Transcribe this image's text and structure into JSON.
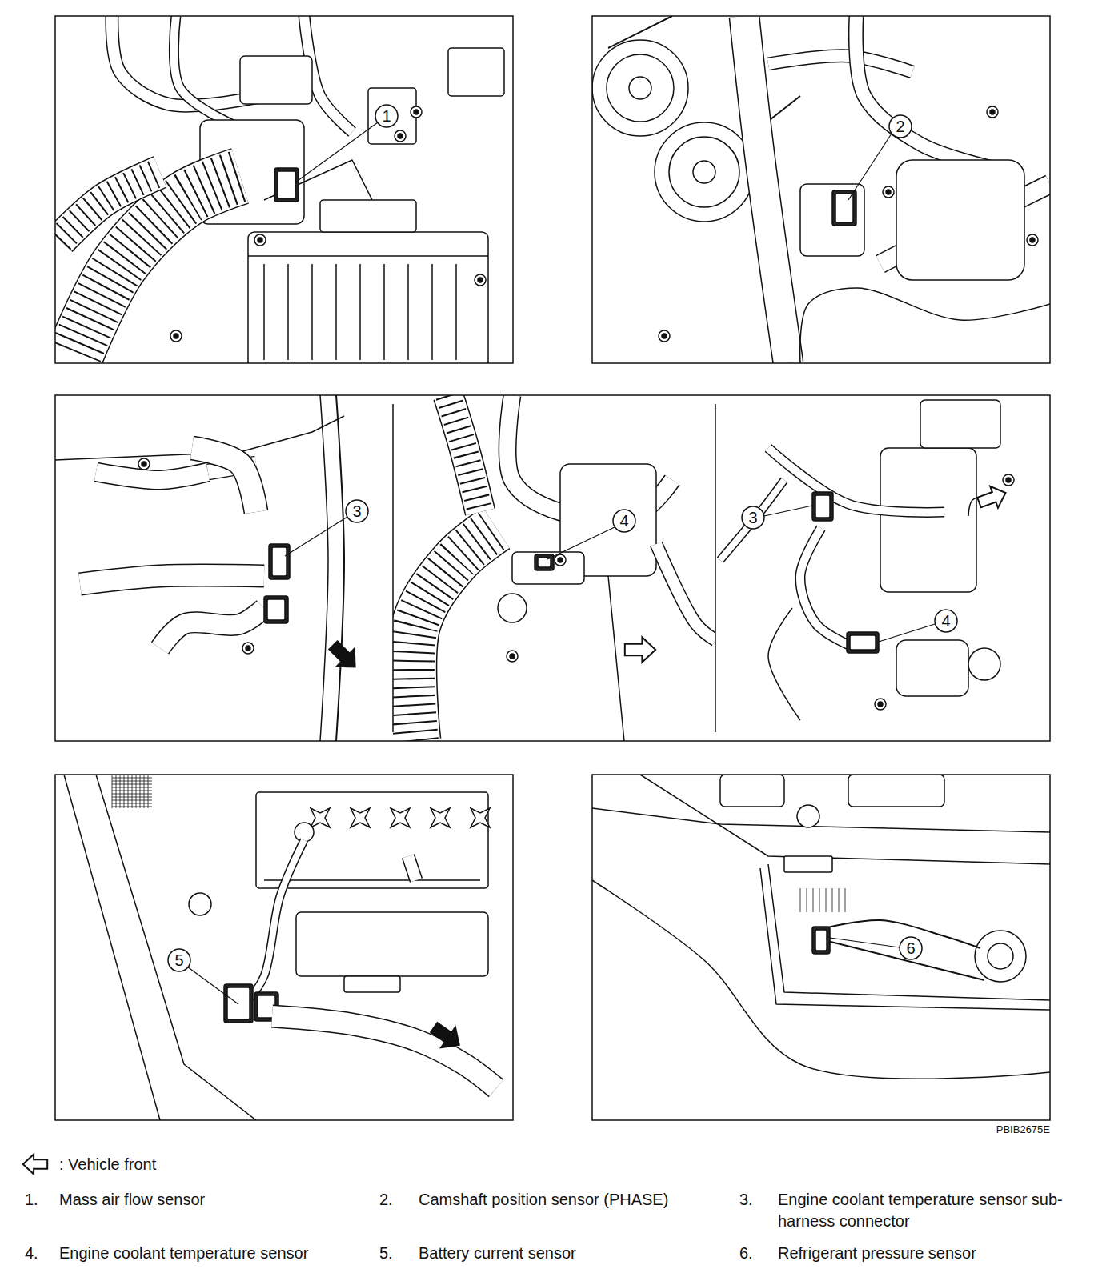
{
  "diagram": {
    "labels": [
      "1",
      "2",
      "3",
      "4",
      "3",
      "4",
      "5",
      "6",
      "PBIB2675E",
      "1.",
      "Mass air flow sensor",
      "2.",
      "Camshaft position sensor (PHASE)",
      "3.",
      "Engine coolant temperature sensor sub-harness connector",
      "4.",
      "Engine coolant temperature sensor",
      "5.",
      "Battery current sensor",
      "6.",
      "Refrigerant pressure sensor"
    ],
    "legend": [
      {
        "text": ": Vehicle front"
      }
    ]
  }
}
